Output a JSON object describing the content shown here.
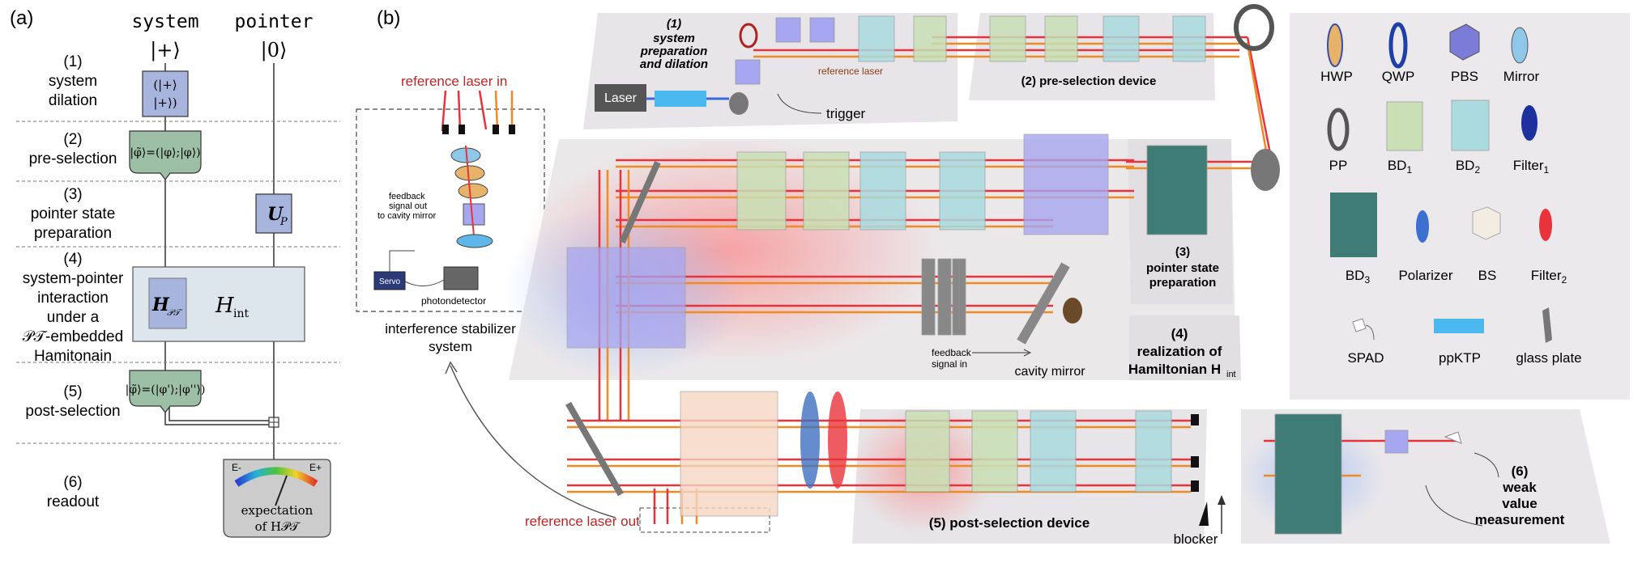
{
  "panel_a": {
    "label": "(a)",
    "col_system": "system",
    "col_pointer": "pointer",
    "ket_plus": "|+⟩",
    "ket_zero": "|0⟩",
    "steps": [
      {
        "num": "(1)",
        "lines": [
          "system",
          "dilation"
        ]
      },
      {
        "num": "(2)",
        "lines": [
          "pre-selection"
        ]
      },
      {
        "num": "(3)",
        "lines": [
          "pointer state",
          "preparation"
        ]
      },
      {
        "num": "(4)",
        "lines": [
          "system-pointer",
          "interaction",
          "under a",
          "𝒫𝒯-embedded",
          "Hamitonain"
        ]
      },
      {
        "num": "(5)",
        "lines": [
          "post-selection"
        ]
      },
      {
        "num": "(6)",
        "lines": [
          "readout"
        ]
      }
    ],
    "gate_dilation": "(|+⟩ ; |+⟩)",
    "gate_preselect": "|φ̃⟩=(|φ⟩;|φ⟩)",
    "gate_postselect": "|φ̃⟩=(|φ'⟩;|φ''⟩)",
    "gate_up": "U",
    "gate_up_sub": "P",
    "gate_hpt": "H",
    "gate_hpt_sub": "𝒫𝒯",
    "gate_hint": "H",
    "gate_hint_sub": "int",
    "meter_left": "E-",
    "meter_right": "E+",
    "meter_text1": "expectation",
    "meter_text2": "of H𝒫𝒯"
  },
  "panel_b": {
    "label": "(b)",
    "reference_in": "reference laser in",
    "reference_out": "reference laser out",
    "feedback_out": [
      "feedback",
      "signal out",
      "to cavity mirror"
    ],
    "servo": "Servo",
    "photodetector": "photondetector",
    "stabilizer": [
      "interference stabilizer",
      "system"
    ],
    "stage1": [
      "(1)",
      "system",
      "preparation",
      "and dilation"
    ],
    "laser": "Laser",
    "reference_laser": "reference laser",
    "trigger": "trigger",
    "stage2": "(2) pre-selection device",
    "stage3": [
      "(3)",
      "pointer state",
      "preparation"
    ],
    "stage4": [
      "(4)",
      "realization of",
      "Hamiltonian H"
    ],
    "stage4_sub": "int",
    "feedback_in": [
      "feedback",
      "signal in"
    ],
    "cavity_mirror": "cavity mirror",
    "stage5": "(5) post-selection device",
    "blocker": "blocker",
    "stage6": [
      "(6)",
      "weak",
      "value",
      "measurement"
    ]
  },
  "legend": [
    {
      "name": "HWP"
    },
    {
      "name": "QWP"
    },
    {
      "name": "PBS"
    },
    {
      "name": "Mirror"
    },
    {
      "name": "PP"
    },
    {
      "name": "BD",
      "sub": "1"
    },
    {
      "name": "BD",
      "sub": "2"
    },
    {
      "name": "Filter",
      "sub": "1"
    },
    {
      "name": "BD",
      "sub": "3"
    },
    {
      "name": "Polarizer"
    },
    {
      "name": "BS"
    },
    {
      "name": "Filter",
      "sub": "2"
    },
    {
      "name": "SPAD"
    },
    {
      "name": "ppKTP"
    },
    {
      "name": "glass plate"
    }
  ],
  "colors": {
    "red_beam": "#e8333a",
    "orange_beam": "#f08a24",
    "gate_blue": "#a7b4dd",
    "gate_green": "#9dbfa6",
    "hint_box": "#dde6ec"
  }
}
